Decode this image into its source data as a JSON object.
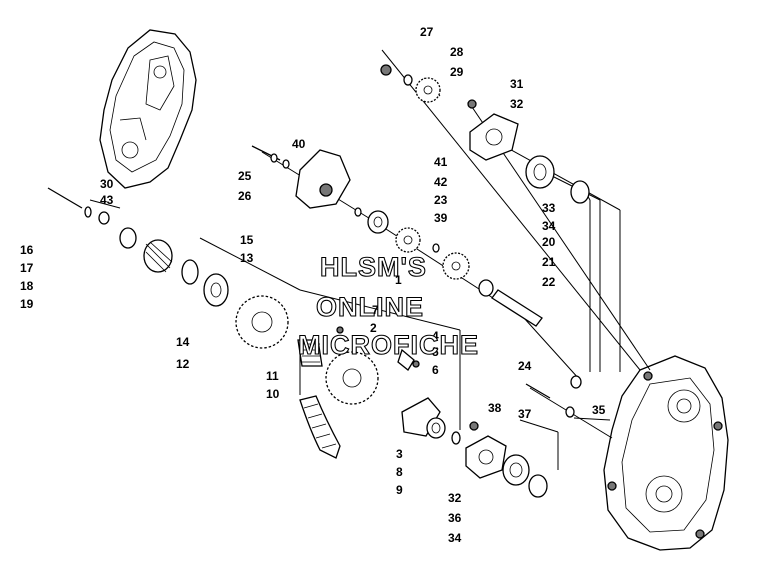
{
  "callouts": [
    {
      "id": "c27",
      "text": "27"
    },
    {
      "id": "c28",
      "text": "28"
    },
    {
      "id": "c29",
      "text": "29"
    },
    {
      "id": "c31",
      "text": "31"
    },
    {
      "id": "c32a",
      "text": "32"
    },
    {
      "id": "c40",
      "text": "40"
    },
    {
      "id": "c25",
      "text": "25"
    },
    {
      "id": "c26",
      "text": "26"
    },
    {
      "id": "c41",
      "text": "41"
    },
    {
      "id": "c42",
      "text": "42"
    },
    {
      "id": "c23",
      "text": "23"
    },
    {
      "id": "c39",
      "text": "39"
    },
    {
      "id": "c30",
      "text": "30"
    },
    {
      "id": "c43",
      "text": "43"
    },
    {
      "id": "c16",
      "text": "16"
    },
    {
      "id": "c17",
      "text": "17"
    },
    {
      "id": "c18",
      "text": "18"
    },
    {
      "id": "c19",
      "text": "19"
    },
    {
      "id": "c15",
      "text": "15"
    },
    {
      "id": "c13",
      "text": "13"
    },
    {
      "id": "c14",
      "text": "14"
    },
    {
      "id": "c12",
      "text": "12"
    },
    {
      "id": "c20",
      "text": "20"
    },
    {
      "id": "c21",
      "text": "21"
    },
    {
      "id": "c22",
      "text": "22"
    },
    {
      "id": "c1",
      "text": "1"
    },
    {
      "id": "c7",
      "text": "7"
    },
    {
      "id": "c2",
      "text": "2"
    },
    {
      "id": "c4",
      "text": "4"
    },
    {
      "id": "c5",
      "text": "5"
    },
    {
      "id": "c6",
      "text": "6"
    },
    {
      "id": "c11",
      "text": "11"
    },
    {
      "id": "c10",
      "text": "10"
    },
    {
      "id": "c3",
      "text": "3"
    },
    {
      "id": "c8",
      "text": "8"
    },
    {
      "id": "c9",
      "text": "9"
    },
    {
      "id": "c38",
      "text": "38"
    },
    {
      "id": "c24",
      "text": "24"
    },
    {
      "id": "c37",
      "text": "37"
    },
    {
      "id": "c35",
      "text": "35"
    },
    {
      "id": "c33",
      "text": "33"
    },
    {
      "id": "c34a",
      "text": "34"
    },
    {
      "id": "c32b",
      "text": "32"
    },
    {
      "id": "c36",
      "text": "36"
    },
    {
      "id": "c34b",
      "text": "34"
    }
  ],
  "watermark": [
    "HLSM'S",
    "ONLINE",
    "MICROFICHE"
  ]
}
